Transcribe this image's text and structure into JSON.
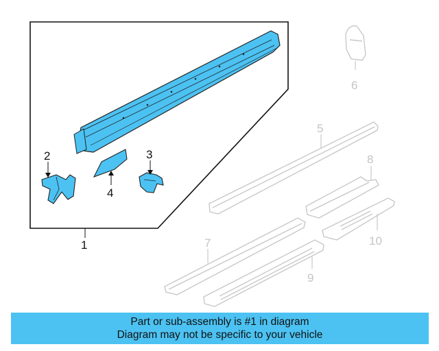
{
  "colors": {
    "part_fill": "#4cc2f2",
    "ghost_stroke": "#c8c8c8",
    "ink": "#111111",
    "banner_bg": "#4cc2f2"
  },
  "callouts": {
    "c1": "1",
    "c2": "2",
    "c3": "3",
    "c4": "4",
    "c5": "5",
    "c6": "6",
    "c7": "7",
    "c8": "8",
    "c9": "9",
    "c10": "10"
  },
  "banner": {
    "line1": "Part or sub-assembly is #1 in diagram",
    "line2": "Diagram may not be specific to your vehicle"
  }
}
